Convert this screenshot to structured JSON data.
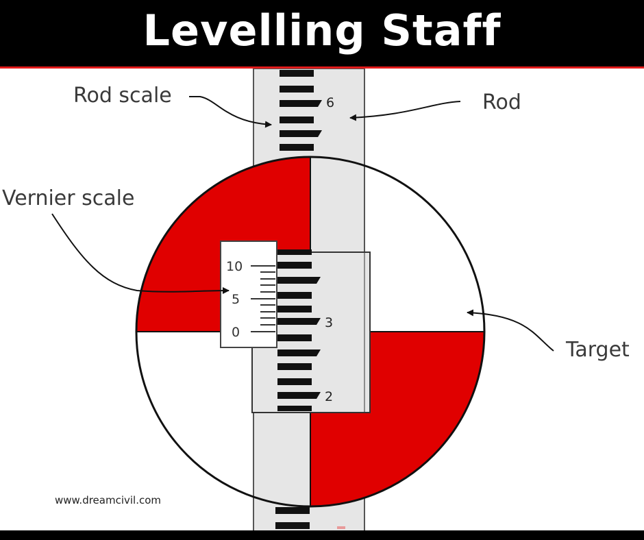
{
  "title": "Levelling Staff",
  "labels": {
    "rod_scale": "Rod scale",
    "rod": "Rod",
    "vernier_scale": "Vernier scale",
    "target": "Target"
  },
  "rod_numbers": [
    "6",
    "3",
    "2"
  ],
  "vernier_numbers": [
    "10",
    "5",
    "0"
  ],
  "watermark": "www.dreamcivil.com",
  "colors": {
    "target_red": "#e00000",
    "rod_gray": "#e6e6e6",
    "title_bar": "#000000",
    "title_text": "#ffffff"
  }
}
